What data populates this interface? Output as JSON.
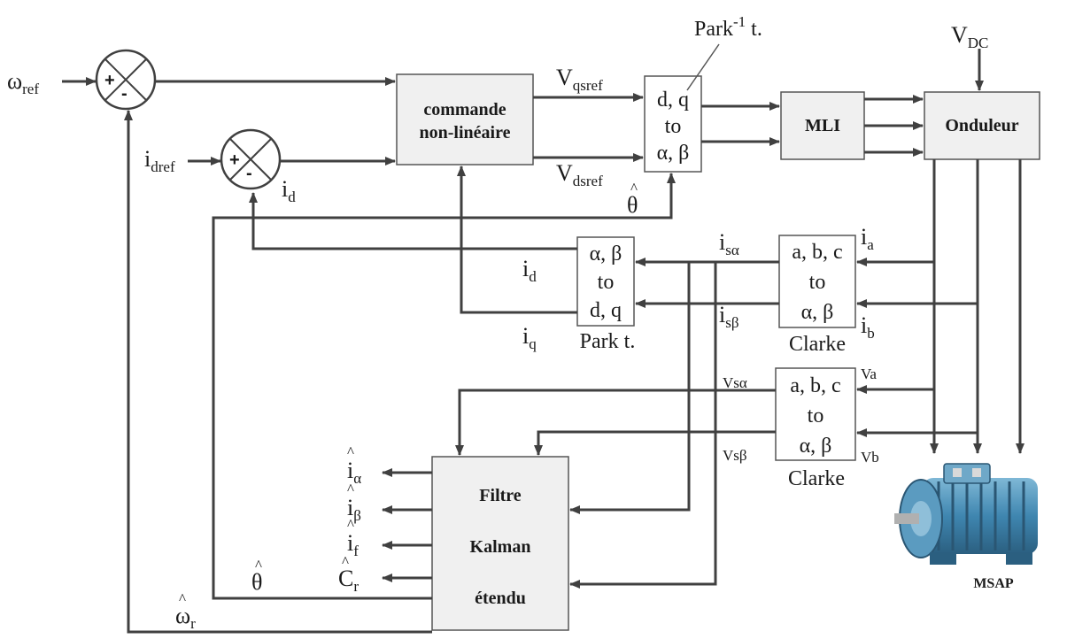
{
  "inputs": {
    "omega_ref": "ω",
    "omega_ref_sub": "ref",
    "id_ref": "i",
    "id_ref_sub": "dref",
    "vdc": "V",
    "vdc_sub": "DC"
  },
  "blocks": {
    "commande_line1": "commande",
    "commande_line2": "non-linéaire",
    "park_inv": [
      "d, q",
      "to",
      "α, β"
    ],
    "park_inv_caption": "Park",
    "park_inv_caption_sup": "-1",
    "park_inv_caption_end": " t.",
    "mli": "MLI",
    "onduleur": "Onduleur",
    "park": [
      "α, β",
      "to",
      "d, q"
    ],
    "park_caption": "Park t.",
    "clarke_i": [
      "a, b, c",
      "to",
      "α, β"
    ],
    "clarke_i_caption": "Clarke",
    "clarke_v": [
      "a, b, c",
      "to",
      "α, β"
    ],
    "clarke_v_caption": "Clarke",
    "kalman": [
      "Filtre",
      "Kalman",
      "étendu"
    ],
    "motor_label": "MSAP"
  },
  "summers": {
    "plus": "+",
    "minus": "-"
  },
  "signals": {
    "vqsref": "V",
    "vqsref_sub": "qsref",
    "vdsref": "V",
    "vdsref_sub": "dsref",
    "theta_hat": "θ",
    "i": "i",
    "v": "V",
    "d": "d",
    "q": "q",
    "a": "a",
    "b": "b",
    "s_alpha": "sα",
    "s_beta": "sβ",
    "va": "Va",
    "vb": "Vb",
    "vs_alpha": "Vsα",
    "vs_beta": "Vsβ",
    "i_alpha": "α",
    "i_beta": "β",
    "i_f": "f",
    "c": "C",
    "r": "r",
    "omega": "ω"
  }
}
